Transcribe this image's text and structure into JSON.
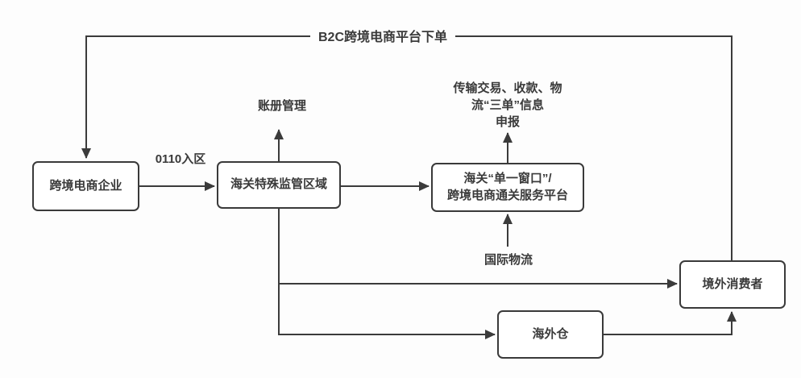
{
  "flowchart": {
    "nodes": {
      "enterprise": "跨境电商企业",
      "customs_zone": "海关特殊监管区域",
      "single_window_line1": "海关“单一窗口”/",
      "single_window_line2": "跨境电商通关服务平台",
      "consumer": "境外消费者",
      "warehouse": "海外仓"
    },
    "edge_labels": {
      "b2c_order": "B2C跨境电商平台下单",
      "entry_0110": "0110入区",
      "account_mgmt": "账册管理",
      "three_orders_line1": "传输交易、收款、物",
      "three_orders_line2": "流“三单”信息",
      "three_orders_line3": "申报",
      "intl_logistics": "国际物流"
    },
    "colors": {
      "line": "#3b3b3b",
      "box_border": "#3a3a3a",
      "box_fill": "#ffffff",
      "text": "#3a3a3a",
      "background": "#fdfdfd"
    }
  }
}
